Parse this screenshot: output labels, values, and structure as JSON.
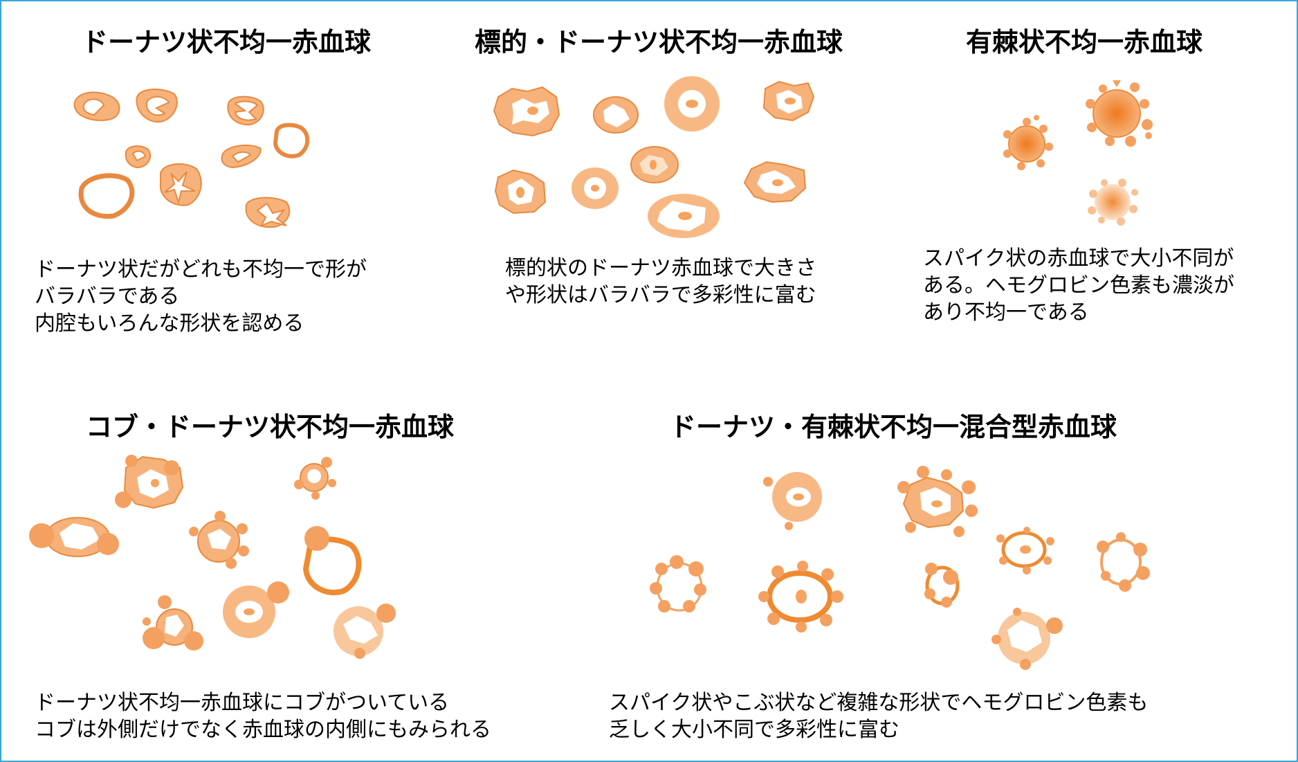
{
  "panels": [
    {
      "title": "ドーナツ状不均一赤血球",
      "description": [
        "ドーナツ状だがどれも不均一で形が",
        "バラバラである",
        "内腔もいろんな形状を認める"
      ]
    },
    {
      "title": "標的・ドーナツ状不均一赤血球",
      "description": [
        "標的状のドーナツ赤血球で大きさ",
        "や形状はバラバラで多彩性に富む"
      ]
    },
    {
      "title": "有棘状不均一赤血球",
      "description": [
        "スパイク状の赤血球で大小不同が",
        "ある。ヘモグロビン色素も濃淡が",
        "あり不均一である"
      ]
    },
    {
      "title": "コブ・ドーナツ状不均一赤血球",
      "description": [
        "ドーナツ状不均一赤血球にコブがついている",
        "コブは外側だけでなく赤血球の内側にもみられる"
      ]
    },
    {
      "title": "ドーナツ・有棘状不均一混合型赤血球",
      "description": [
        "スパイク状やこぶ状など複雑な形状でヘモグロビン色素も",
        "乏しく大小不同で多彩性に富む"
      ]
    }
  ],
  "colors": {
    "frame": "#3aa6d8",
    "cell_fill": "#f6b27a",
    "cell_light": "#f9c99f",
    "cell_stroke": "#e8893f",
    "cell_dark": "#ef8a32",
    "lumen": "#ffffff"
  }
}
